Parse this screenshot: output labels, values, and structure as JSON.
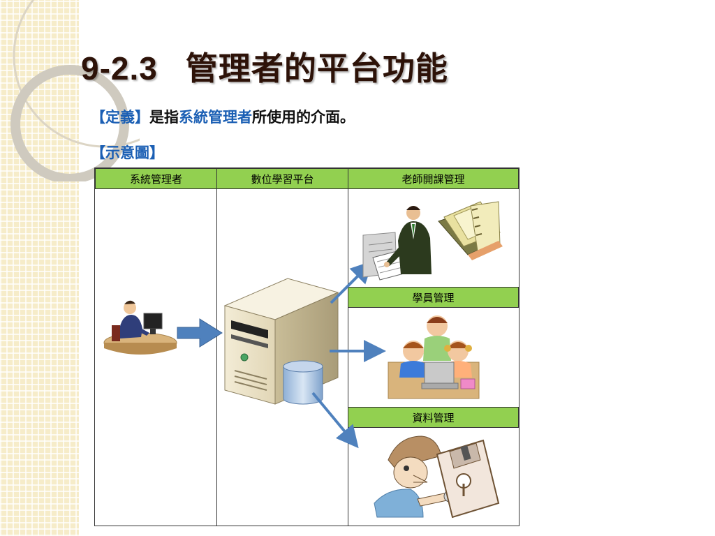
{
  "slide": {
    "title_number": "9-2.3",
    "title_text": "管理者的平台功能",
    "definition": {
      "bracket_label": "【定義】",
      "text_before": "是指",
      "highlight": "系統管理者",
      "text_after": "所使用的介面。"
    },
    "figure_label": "【示意圖】"
  },
  "diagram": {
    "headers": {
      "admin": "系統管理者",
      "platform": "數位學習平台",
      "teacher": "老師開課管理",
      "student": "學員管理",
      "data": "資料管理"
    },
    "icons": [
      "admin-at-computer-icon",
      "server-icon",
      "database-icon",
      "teacher-writing-icon",
      "notebook-icon",
      "students-at-computer-icon",
      "technician-with-key-icon",
      "floppy-disk-icon"
    ]
  },
  "colors": {
    "header_green": "#92d050",
    "arrow_blue": "#4f81bd",
    "title_dark": "#2d1208",
    "text_blue": "#1b5fb4",
    "strip_beige": "#f6ecc9"
  }
}
